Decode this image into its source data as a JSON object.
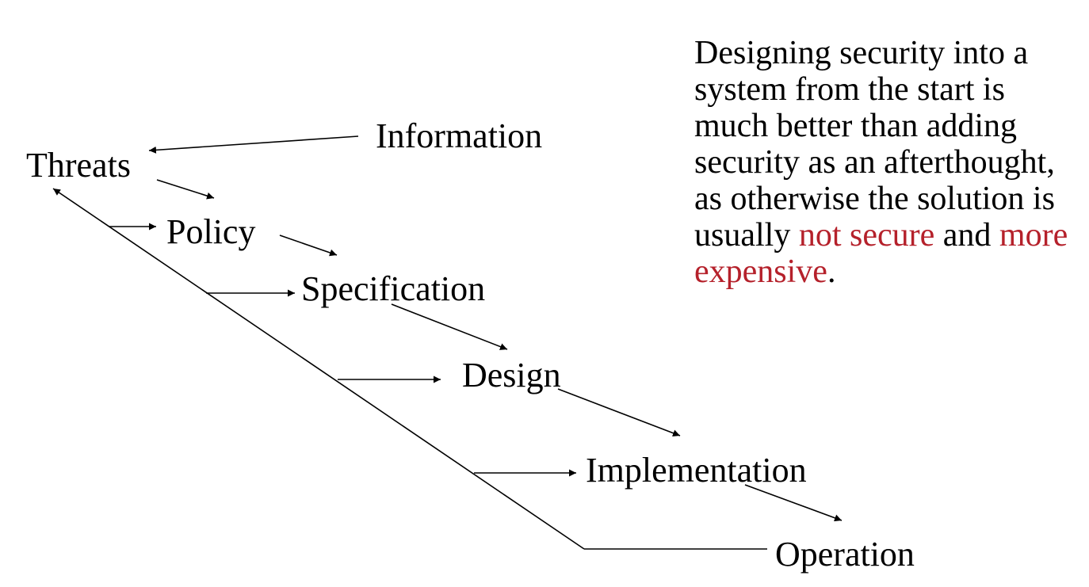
{
  "diagram": {
    "nodes": {
      "threats": "Threats",
      "information": "Information",
      "policy": "Policy",
      "specification": "Specification",
      "design": "Design",
      "implementation": "Implementation",
      "operation": "Operation"
    },
    "edges": [
      {
        "from": "information",
        "to": "threats"
      },
      {
        "from": "threats",
        "to": "policy"
      },
      {
        "from": "policy",
        "to": "specification"
      },
      {
        "from": "specification",
        "to": "design"
      },
      {
        "from": "design",
        "to": "implementation"
      },
      {
        "from": "implementation",
        "to": "operation"
      },
      {
        "from": "feedback-line",
        "to": "threats"
      },
      {
        "from": "feedback-line",
        "to": "policy"
      },
      {
        "from": "feedback-line",
        "to": "specification"
      },
      {
        "from": "feedback-line",
        "to": "design"
      },
      {
        "from": "feedback-line",
        "to": "implementation"
      },
      {
        "from": "operation",
        "to": "feedback-line"
      }
    ]
  },
  "note": {
    "text_start": "Designing security into a system from the start is much better than adding security as an afterthought, as otherwise the solution is usually ",
    "highlight_1": "not secure",
    "text_middle": " and ",
    "highlight_2": "more expensive",
    "text_end": ".",
    "highlight_color": "#b5212b"
  }
}
